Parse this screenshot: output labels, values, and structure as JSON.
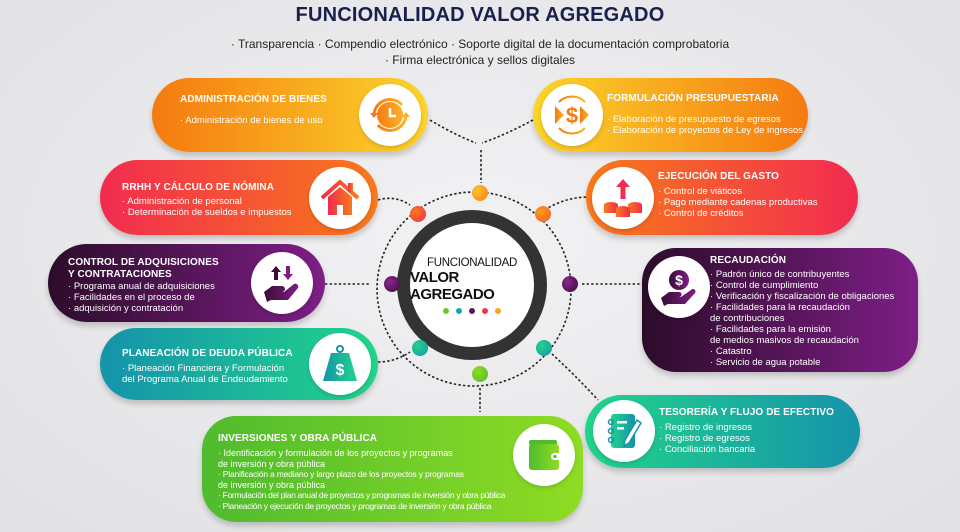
{
  "header": {
    "title": "FUNCIONALIDAD VALOR AGREGADO",
    "subtitle_line1": "· Transparencia · Compendio electrónico · Soporte digital de la documentación comprobatoria",
    "subtitle_line2": "· Firma electrónica y sellos digitales"
  },
  "center": {
    "line1": "FUNCIONALIDAD",
    "line2": "VALOR AGREGADO",
    "dot_colors": [
      "#6cc72e",
      "#10a6b5",
      "#5b1460",
      "#f0364a",
      "#f8a41b"
    ]
  },
  "colors": {
    "yellow_orange": [
      "#f57a10",
      "#fbd42a"
    ],
    "red_orange": [
      "#f22b50",
      "#f87a1a"
    ],
    "purple": [
      "#2c0c2a",
      "#7e1e86"
    ],
    "teal": [
      "#1593ab",
      "#22d48a"
    ],
    "green": [
      "#5cc42e",
      "#8fdc24"
    ],
    "ring": "#333333",
    "title": "#1b1f4d"
  },
  "modules": {
    "administracion_bienes": {
      "title": "ADMINISTRACIÓN DE BIENES",
      "items": [
        "Administración de bienes de uso"
      ],
      "icon": "clock-cycle-icon"
    },
    "formulacion_presupuestaria": {
      "title": "FORMULACIÓN PRESUPUESTARIA",
      "items": [
        "Elaboración de presupuesto de egresos",
        "Elaboración de proyectos de Ley de ingresos"
      ],
      "icon": "dollar-exchange-icon"
    },
    "rrhh": {
      "title": "RRHH Y CÁLCULO DE NÓMINA",
      "items": [
        "Administración de personal",
        "Determinación de sueldos e impuestos"
      ],
      "icon": "house-icon"
    },
    "ejecucion_gasto": {
      "title": "EJECUCIÓN DEL GASTO",
      "items": [
        "Control de viáticos",
        "Pago mediante cadenas productivas",
        "Control de créditos"
      ],
      "icon": "coins-arrow-up-icon"
    },
    "control_adquisiciones": {
      "title_line1": "CONTROL DE ADQUISICIONES",
      "title_line2": "Y CONTRATACIONES",
      "items": [
        "Programa anual de adquisiciones",
        "Facilidades en el proceso de",
        "adquisición y contratación"
      ],
      "icon": "hand-exchange-icon"
    },
    "recaudacion": {
      "title": "RECAUDACIÓN",
      "items": [
        "Padrón único de contribuyentes",
        "Control de cumplimiento",
        "Verificación y fiscalización de obligaciones",
        "Facilidades para la recaudación",
        "de contribuciones",
        "Facilidades para la emisión",
        "de medios masivos de recaudación",
        "Catastro",
        "Servicio de agua potable"
      ],
      "icon": "hand-dollar-icon"
    },
    "deuda_publica": {
      "title": "PLANEACIÓN DE DEUDA PÚBLICA",
      "items": [
        "Planeación Financiera y Formulación",
        "del Programa Anual de Endeudamiento"
      ],
      "icon": "money-bag-icon"
    },
    "tesoreria": {
      "title": "TESORERÍA Y FLUJO DE EFECTIVO",
      "items": [
        "Registro de ingresos",
        "Registro de egresos",
        "Conciliación bancaria"
      ],
      "icon": "notebook-pen-icon"
    },
    "inversiones": {
      "title": "INVERSIONES Y OBRA PÚBLICA",
      "items": [
        "Identificación y formulación de los proyectos y programas",
        "de inversión y obra pública",
        "Planificación a mediano y largo plazo de los proyectos y programas",
        "de inversión y obra pública",
        "Formulación del plan anual de proyectos y programas de inversión y obra pública",
        "Planeación y ejecución de proyectos y programas de inversión y obra pública"
      ],
      "icon": "wallet-icon"
    }
  }
}
